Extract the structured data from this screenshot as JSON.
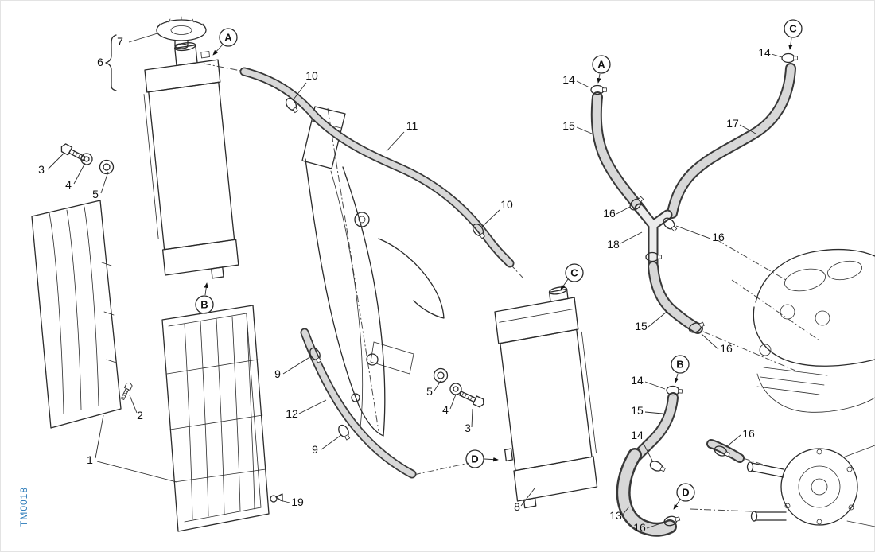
{
  "watermark": "TM0018",
  "labels": {
    "n1": "1",
    "n2": "2",
    "n3a": "3",
    "n3b": "3",
    "n4a": "4",
    "n4b": "4",
    "n5a": "5",
    "n5b": "5",
    "n6": "6",
    "n7": "7",
    "n8": "8",
    "n9a": "9",
    "n9b": "9",
    "n10a": "10",
    "n10b": "10",
    "n11": "11",
    "n12": "12",
    "n13": "13",
    "n14a": "14",
    "n14b": "14",
    "n14c": "14",
    "n14d": "14",
    "n15a": "15",
    "n15b": "15",
    "n15c": "15",
    "n16a": "16",
    "n16b": "16",
    "n16c": "16",
    "n16d": "16",
    "n16e": "16",
    "n17": "17",
    "n18": "18",
    "n19": "19"
  },
  "letters": {
    "aLeft": "A",
    "bLeft": "B",
    "cMid": "C",
    "dMid": "D",
    "aRight": "A",
    "bRight": "B",
    "cRight": "C",
    "dRight": "D"
  }
}
